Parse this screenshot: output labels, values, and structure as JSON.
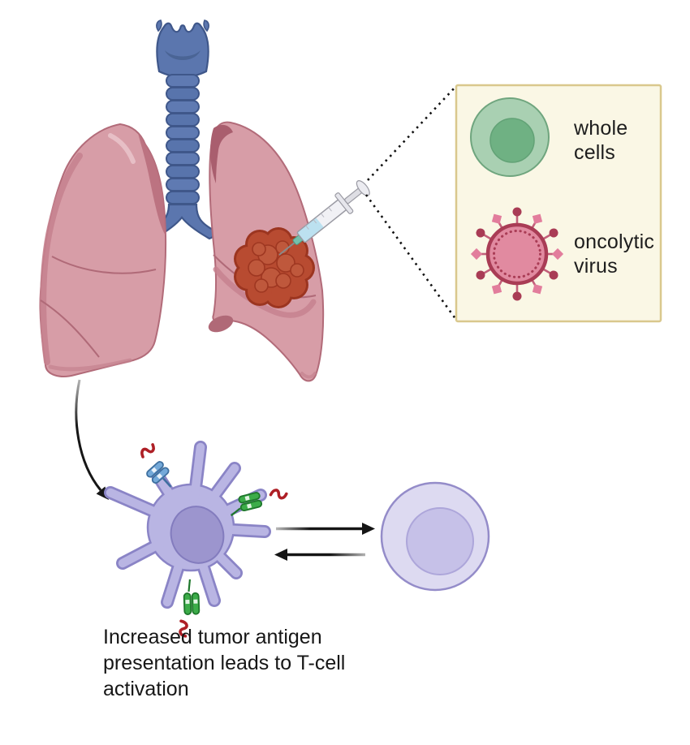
{
  "diagram": {
    "caption": "Increased tumor antigen presentation leads to T-cell activation",
    "callout": {
      "items": [
        {
          "id": "whole-cells",
          "label": "whole cells"
        },
        {
          "id": "oncolytic-virus",
          "label": "oncolytic virus"
        }
      ]
    },
    "colors": {
      "lung_pink": "#D79DA7",
      "lung_shadow": "#C5818E",
      "trachea_blue": "#5B76AE",
      "tumor_red": "#B84B31",
      "callout_bg": "#FAF7E5",
      "callout_border": "#D9C88D",
      "cell_green_outer": "#A9D0B2",
      "cell_green_inner": "#6FB183",
      "virus_pink": "#E18AA0",
      "virus_dark": "#A93C55",
      "dendritic_purple": "#B9B5E3",
      "tcell_lavender": "#DDDAF1",
      "receptor_green": "#3CAC49",
      "receptor_blue": "#74A9D9",
      "antigen_red": "#AE1F26",
      "arrow_black": "#161616"
    }
  }
}
